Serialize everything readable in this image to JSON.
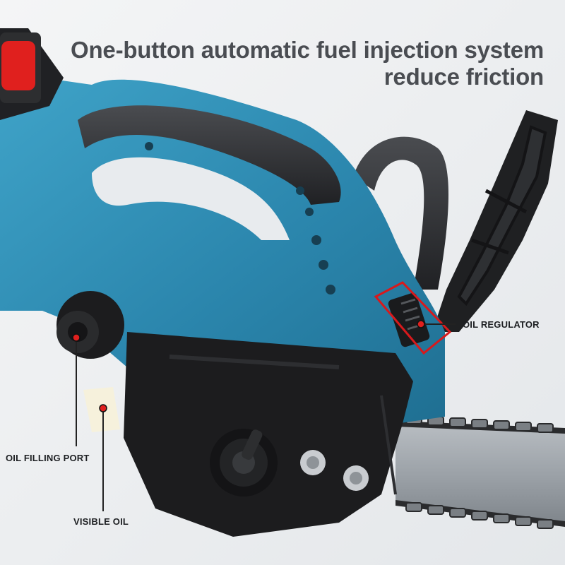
{
  "headline": {
    "line1": "One-button automatic fuel injection system",
    "line2": "reduce friction"
  },
  "callouts": {
    "oil_regulator": "OIL REGULATOR",
    "oil_filling_port": "OIL FILLING PORT",
    "visible_oil": "VISIBLE OIL"
  },
  "colors": {
    "background": "#eef0f2",
    "body_blue": "#2e8eb4",
    "cover_black": "#1c1c1e",
    "accent_red": "#e0201e",
    "bar_grey": "#9aa0a6"
  }
}
